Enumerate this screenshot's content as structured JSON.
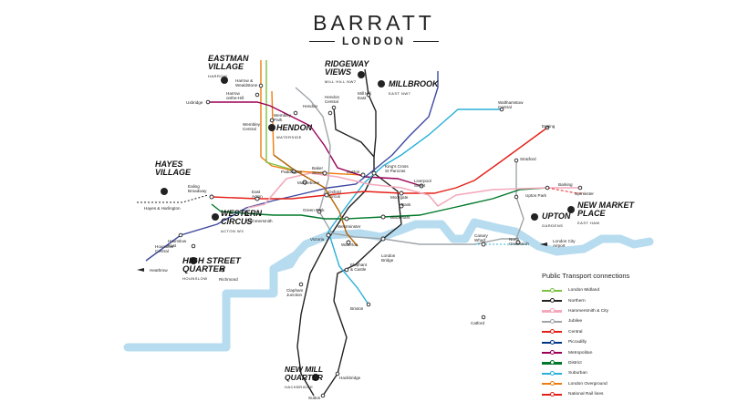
{
  "brand": {
    "name": "BARRATT",
    "sub": "LONDON"
  },
  "developments": [
    {
      "name": "EASTMAN\nVILLAGE",
      "sub": "HARROW"
    },
    {
      "name": "RIDGEWAY\nVIEWS",
      "sub": "MILL HILL NW7"
    },
    {
      "name": "MILLBROOK",
      "sub": "EAST NW7"
    },
    {
      "name": "HENDON",
      "sub": "WATERSIDE"
    },
    {
      "name": "HAYES\nVILLAGE",
      "sub": ""
    },
    {
      "name": "WESTERN\nCIRCUS",
      "sub": "ACTON W3"
    },
    {
      "name": "HIGH STREET\nQUARTER",
      "sub": "HOUNSLOW"
    },
    {
      "name": "UPTON",
      "sub": "GARDENS"
    },
    {
      "name": "NEW MARKET\nPLACE",
      "sub": "EAST HAM"
    },
    {
      "name": "NEW MILL\nQUARTER",
      "sub": "HACKBRIDGE"
    }
  ],
  "stations": [
    "Harrow &\nWealdstone",
    "Harrow\nonthe-Hill",
    "Uxbridge",
    "Wembley\nCentral",
    "Wembley\nPark",
    "Hendon\nCentral",
    "Mill Hill\nEast",
    "Hendon",
    "Walthamstow\nCentral",
    "Epping",
    "Stratford",
    "Barking",
    "Upminster",
    "Upton Park",
    "Euston",
    "King's Cross\nSt Pancras",
    "Liverpool\nStreet",
    "Moorgate",
    "Bank",
    "Paddington",
    "Baker\nStreet",
    "Marylebone",
    "Oxford\nCircus",
    "Ealing\nBroadway",
    "East\nActon",
    "Hammersmith",
    "Green Park",
    "Westminster",
    "Blackfriars",
    "Victoria",
    "Waterloo",
    "London\nBridge",
    "Canary\nWharf",
    "North\nGreenwich",
    "London City\nAirport",
    "Hayes & Harlington",
    "Hounslow\nEast",
    "Hounslow\nCentral",
    "Heathrow",
    "Richmond",
    "Clapham\nJunction",
    "Elephant\n& Castle",
    "Brixton",
    "Catford",
    "Hackbridge",
    "Sutton"
  ],
  "legend": {
    "title": "Public Transport connections",
    "items": [
      {
        "label": "London Midland",
        "color": "#7cc142"
      },
      {
        "label": "Northern",
        "color": "#222222"
      },
      {
        "label": "Hammersmith & City",
        "color": "#f3a9bb"
      },
      {
        "label": "Jubilee",
        "color": "#a0a5a9"
      },
      {
        "label": "Central",
        "color": "#e32017"
      },
      {
        "label": "Piccadilly",
        "color": "#003688"
      },
      {
        "label": "Metropolitan",
        "color": "#9b0056"
      },
      {
        "label": "District",
        "color": "#00782a"
      },
      {
        "label": "Suburban",
        "color": "#2ab0d9"
      },
      {
        "label": "London Overground",
        "color": "#ee7c0e"
      },
      {
        "label": "National Rail lines",
        "color": "#e32017"
      }
    ]
  },
  "colors": {
    "river": "#b7dcef",
    "thames": "#b7dcef",
    "northern": "#222222",
    "central": "#e32017",
    "piccadilly": "#3e4aa0",
    "metropolitan": "#9b0056",
    "district": "#00782a",
    "hammersmith": "#f3a9bb",
    "jubilee": "#a0a5a9",
    "victoria": "#2ab0d9",
    "overground": "#ee7c0e",
    "bakerloo": "#b36305",
    "midland": "#7cc142"
  }
}
